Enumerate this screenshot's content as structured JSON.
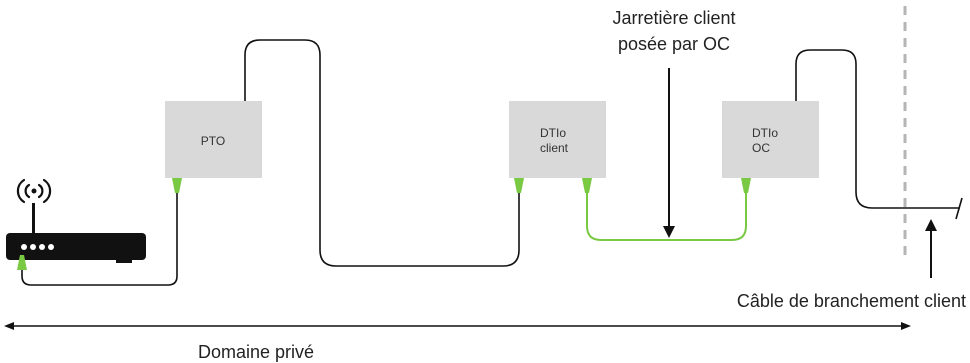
{
  "colors": {
    "cable": "#111111",
    "jarretiere": "#7ac943",
    "box_fill": "#d9d9d9",
    "connector": "#7ac943",
    "boundary": "#b5b5b5",
    "router": "#111111"
  },
  "boxes": {
    "pto": {
      "line1": "PTO",
      "line2": ""
    },
    "dtio_client": {
      "line1": "DTIo",
      "line2": "client"
    },
    "dtio_oc": {
      "line1": "DTIo",
      "line2": "OC"
    }
  },
  "labels": {
    "jarretiere_line1": "Jarretière client",
    "jarretiere_line2": "posée par OC",
    "cable_branchement": "Câble de branchement client",
    "domaine": "Domaine privé"
  },
  "icons": {
    "router": "router-icon",
    "wifi": "wifi-signal-icon"
  }
}
